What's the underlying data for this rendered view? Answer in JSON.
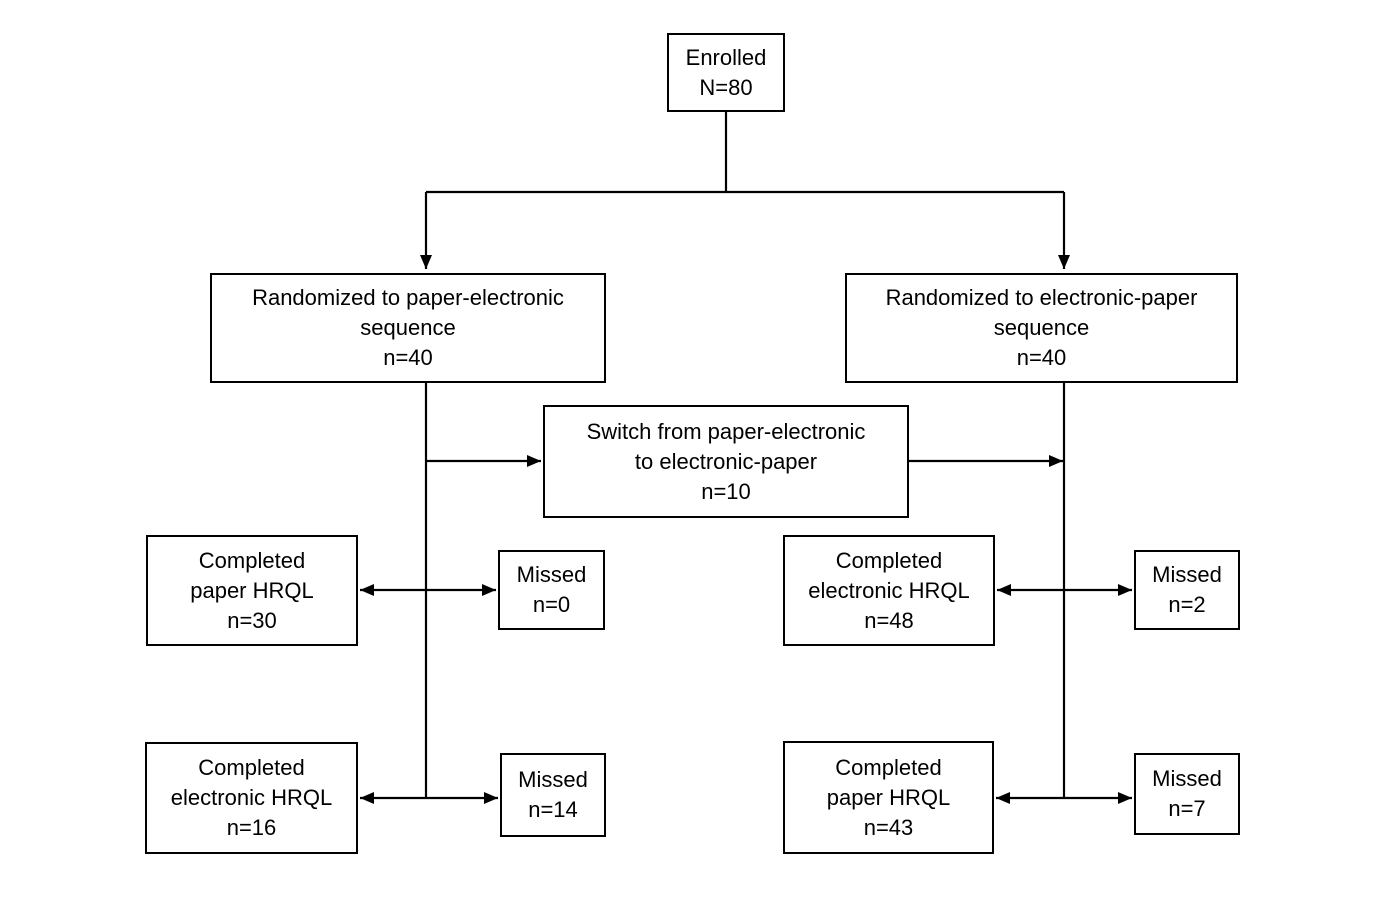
{
  "colors": {
    "background": "#ffffff",
    "line": "#000000",
    "text": "#000000"
  },
  "diagram": {
    "boxes": {
      "enrolled": {
        "lines": [
          "Enrolled",
          "N=80"
        ]
      },
      "randomized_paper_electronic": {
        "lines": [
          "Randomized to paper-electronic",
          "sequence",
          "n=40"
        ]
      },
      "randomized_electronic_paper": {
        "lines": [
          "Randomized to electronic-paper",
          "sequence",
          "n=40"
        ]
      },
      "switch_crossover": {
        "lines": [
          "Switch from paper-electronic",
          "to electronic-paper",
          "n=10"
        ]
      },
      "completed_paper_n30": {
        "lines": [
          "Completed",
          "paper HRQL",
          "n=30"
        ]
      },
      "missed_n0": {
        "lines": [
          "Missed",
          "n=0"
        ]
      },
      "completed_electronic_n48": {
        "lines": [
          "Completed",
          "electronic HRQL",
          "n=48"
        ]
      },
      "missed_n2": {
        "lines": [
          "Missed",
          "n=2"
        ]
      },
      "completed_electronic_n16": {
        "lines": [
          "Completed",
          "electronic HRQL",
          "n=16"
        ]
      },
      "missed_n14": {
        "lines": [
          "Missed",
          "n=14"
        ]
      },
      "completed_paper_n43": {
        "lines": [
          "Completed",
          "paper HRQL",
          "n=43"
        ]
      },
      "missed_n7": {
        "lines": [
          "Missed",
          "n=7"
        ]
      }
    }
  }
}
